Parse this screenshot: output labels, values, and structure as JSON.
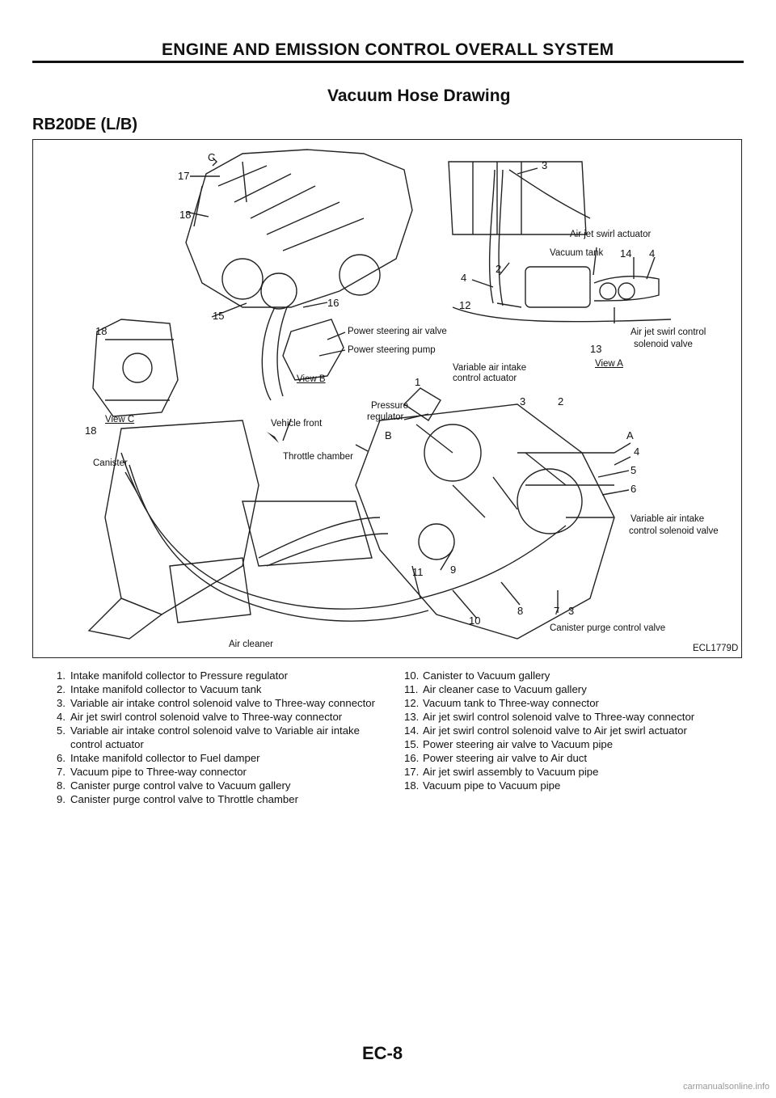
{
  "header": {
    "title": "ENGINE AND EMISSION CONTROL OVERALL SYSTEM"
  },
  "page_title": "Vacuum Hose Drawing",
  "model": "RB20DE (L/B)",
  "figure": {
    "code": "ECL1779D",
    "labels": {
      "air_jet_swirl_actuator": "Air jet swirl actuator",
      "vacuum_tank": "Vacuum tank",
      "power_steering_air_valve": "Power steering air valve",
      "power_steering_pump": "Power steering pump",
      "air_jet_swirl_control_1": "Air jet swirl control",
      "air_jet_swirl_control_2": "solenoid valve",
      "view_a": "View A",
      "view_b": "View B",
      "view_c": "View C",
      "variable_air_intake_1": "Variable air intake",
      "variable_air_intake_2": "control actuator",
      "pressure_regulator_1": "Pressure",
      "pressure_regulator_2": "regulator",
      "vehicle_front": "Vehicle front",
      "throttle_chamber": "Throttle chamber",
      "canister": "Canister",
      "vaic_solenoid_1": "Variable air intake",
      "vaic_solenoid_2": "control solenoid valve",
      "canister_purge_valve": "Canister purge control valve",
      "air_cleaner": "Air cleaner",
      "mark_c": "C",
      "mark_b": "B",
      "mark_a": "A"
    },
    "numbers": {
      "n17": "17",
      "n18a": "18",
      "n18b": "18",
      "n18c": "18",
      "n16": "16",
      "n15": "15",
      "n3a": "3",
      "n4a": "4",
      "n2a": "2",
      "n14": "14",
      "n4b": "4",
      "n12": "12",
      "n13": "13",
      "n1": "1",
      "n3b": "3",
      "n2b": "2",
      "n4c": "4",
      "n5": "5",
      "n6": "6",
      "n11": "11",
      "n9": "9",
      "n10": "10",
      "n8": "8",
      "n7": "7",
      "n3c": "3"
    }
  },
  "legend_left": [
    {
      "n": "1.",
      "text": "Intake manifold collector to Pressure regulator"
    },
    {
      "n": "2.",
      "text": "Intake manifold collector to Vacuum tank"
    },
    {
      "n": "3.",
      "text": "Variable air intake control solenoid valve to Three-way connector"
    },
    {
      "n": "4.",
      "text": "Air jet swirl control solenoid valve to Three-way connector"
    },
    {
      "n": "5.",
      "text": "Variable air intake control solenoid valve to Variable air intake control actuator"
    },
    {
      "n": "6.",
      "text": "Intake manifold collector to Fuel damper"
    },
    {
      "n": "7.",
      "text": "Vacuum pipe to Three-way connector"
    },
    {
      "n": "8.",
      "text": "Canister purge control valve to Vacuum gallery"
    },
    {
      "n": "9.",
      "text": "Canister purge control valve to Throttle chamber"
    }
  ],
  "legend_right": [
    {
      "n": "10.",
      "text": "Canister to Vacuum gallery"
    },
    {
      "n": "11.",
      "text": "Air cleaner case to Vacuum gallery"
    },
    {
      "n": "12.",
      "text": "Vacuum tank to Three-way connector"
    },
    {
      "n": "13.",
      "text": "Air jet swirl control solenoid valve to Three-way connector"
    },
    {
      "n": "14.",
      "text": "Air jet swirl control solenoid valve to Air jet swirl actuator"
    },
    {
      "n": "15.",
      "text": "Power steering air valve to Vacuum pipe"
    },
    {
      "n": "16.",
      "text": "Power steering air valve to Air duct"
    },
    {
      "n": "17.",
      "text": "Air jet swirl assembly to Vacuum pipe"
    },
    {
      "n": "18.",
      "text": "Vacuum pipe to Vacuum pipe"
    }
  ],
  "page_number": "EC-8",
  "watermark": "carmanualsonline.info"
}
